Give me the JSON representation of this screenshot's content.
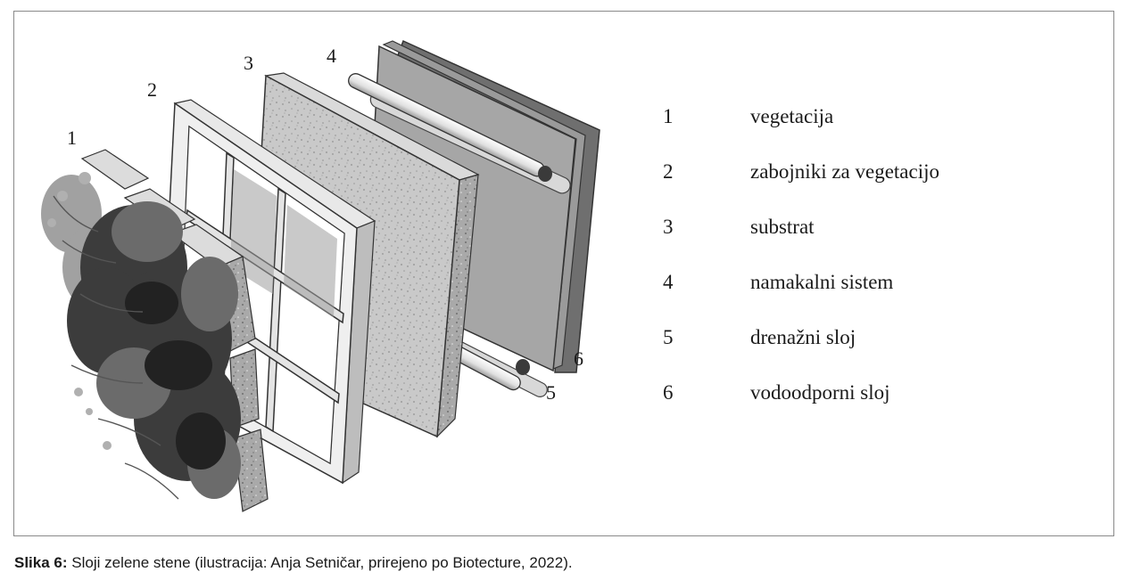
{
  "diagram": {
    "layer_numbers": [
      "1",
      "2",
      "3",
      "4",
      "5",
      "6"
    ],
    "legend": [
      {
        "number": "1",
        "label": "vegetacija"
      },
      {
        "number": "2",
        "label": "zabojniki za vegetacijo"
      },
      {
        "number": "3",
        "label": "substrat"
      },
      {
        "number": "4",
        "label": "namakalni sistem"
      },
      {
        "number": "5",
        "label": "drenažni sloj"
      },
      {
        "number": "6",
        "label": "vodoodporni sloj"
      }
    ]
  },
  "caption": {
    "label": "Slika 6:",
    "text": " Sloji zelene stene (ilustracija: Anja Setničar, prirejeno po Biotecture, 2022)."
  }
}
